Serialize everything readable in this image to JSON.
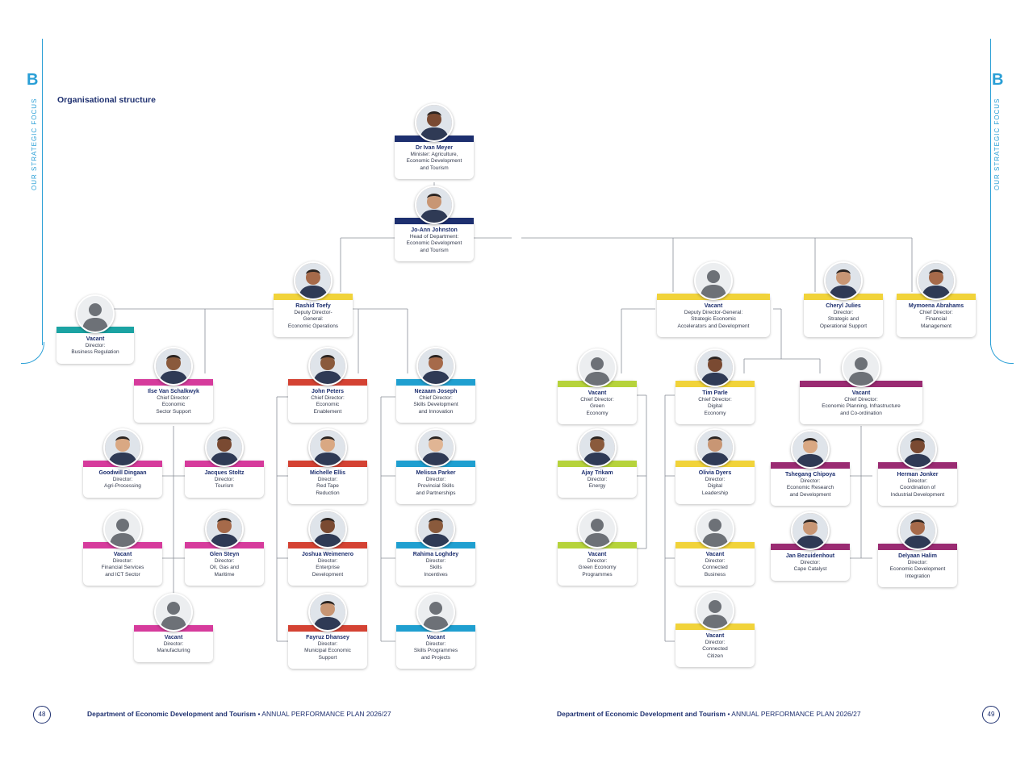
{
  "section": {
    "letter": "B",
    "vertical_label": "OUR STRATEGIC FOCUS"
  },
  "heading": "Organisational structure",
  "colors": {
    "navy": "#1d2f6f",
    "yellow": "#f1d33a",
    "teal": "#1ba3a3",
    "pink": "#d63b9c",
    "red": "#d44233",
    "cyan": "#1f9fd0",
    "lime": "#b6d33b",
    "purple": "#9a2b72",
    "accent": "#2a9fd6"
  },
  "footer": {
    "left_dept": "Department of Economic Development and Tourism",
    "left_plan": " • ANNUAL PERFORMANCE PLAN 2026/27",
    "right_dept": "Department of Economic Development and Tourism",
    "right_plan": " • ANNUAL PERFORMANCE PLAN 2026/27",
    "page_left": "48",
    "page_right": "49"
  },
  "people": [
    {
      "id": "meyer",
      "name": "Dr Ivan Meyer",
      "role": "Minister: Agriculture,\nEconomic Development\nand Tourism",
      "color": "navy",
      "vacant": false
    },
    {
      "id": "johnston",
      "name": "Jo-Ann Johnston",
      "role": "Head of Department:\nEconomic Development\nand Tourism",
      "color": "navy",
      "vacant": false
    },
    {
      "id": "toefy",
      "name": "Rashid Toefy",
      "role": "Deputy Director-\nGeneral:\nEconomic Operations",
      "color": "yellow",
      "vacant": false
    },
    {
      "id": "vac_bizreg",
      "name": "Vacant",
      "role": "Director:\nBusiness Regulation",
      "color": "teal",
      "vacant": true
    },
    {
      "id": "schalkwyk",
      "name": "Ilse Van Schalkwyk",
      "role": "Chief Director:\nEconomic\nSector Support",
      "color": "pink",
      "vacant": false
    },
    {
      "id": "dingaan",
      "name": "Goodwill Dingaan",
      "role": "Director:\nAgri-Processing",
      "color": "pink",
      "vacant": false
    },
    {
      "id": "stoltz",
      "name": "Jacques Stoltz",
      "role": "Director:\nTourism",
      "color": "pink",
      "vacant": false
    },
    {
      "id": "vac_fin",
      "name": "Vacant",
      "role": "Director:\nFinancial Services\nand ICT Sector",
      "color": "pink",
      "vacant": true
    },
    {
      "id": "steyn",
      "name": "Glen Steyn",
      "role": "Director:\nOil, Gas and\nMaritime",
      "color": "pink",
      "vacant": false
    },
    {
      "id": "vac_manu",
      "name": "Vacant",
      "role": "Director:\nManufacturing",
      "color": "pink",
      "vacant": true
    },
    {
      "id": "peters",
      "name": "John Peters",
      "role": "Chief Director:\nEconomic\nEnablement",
      "color": "red",
      "vacant": false
    },
    {
      "id": "ellis",
      "name": "Michelle Ellis",
      "role": "Director:\nRed Tape\nReduction",
      "color": "red",
      "vacant": false
    },
    {
      "id": "weimenen",
      "name": "Joshua Weimenero",
      "role": "Director:\nEnterprise\nDevelopment",
      "color": "red",
      "vacant": false
    },
    {
      "id": "dhansey",
      "name": "Fayruz Dhansey",
      "role": "Director:\nMunicipal Economic\nSupport",
      "color": "red",
      "vacant": false
    },
    {
      "id": "joseph",
      "name": "Nezaam Joseph",
      "role": "Chief Director:\nSkills Development\nand Innovation",
      "color": "cyan",
      "vacant": false
    },
    {
      "id": "parker",
      "name": "Melissa Parker",
      "role": "Director:\nProvincial Skills\nand Partnerships",
      "color": "cyan",
      "vacant": false
    },
    {
      "id": "loghdey",
      "name": "Rahima Loghdey",
      "role": "Director:\nSkills\nIncentives",
      "color": "cyan",
      "vacant": false
    },
    {
      "id": "vac_skills",
      "name": "Vacant",
      "role": "Director:\nSkills Programmes\nand Projects",
      "color": "cyan",
      "vacant": true
    },
    {
      "id": "vac_ddg2",
      "name": "Vacant",
      "role": "Deputy Director-General:\nStrategic Economic\nAccelerators and Development",
      "color": "yellow",
      "vacant": true
    },
    {
      "id": "julies",
      "name": "Cheryl Julies",
      "role": "Director:\nStrategic and\nOperational Support",
      "color": "yellow",
      "vacant": false
    },
    {
      "id": "abrahams",
      "name": "Mymoena Abrahams",
      "role": "Chief Director:\nFinancial\nManagement",
      "color": "yellow",
      "vacant": false
    },
    {
      "id": "vac_green",
      "name": "Vacant",
      "role": "Chief Director:\nGreen\nEconomy",
      "color": "lime",
      "vacant": true
    },
    {
      "id": "trikam",
      "name": "Ajay Trikam",
      "role": "Director:\nEnergy",
      "color": "lime",
      "vacant": false
    },
    {
      "id": "vac_greenprog",
      "name": "Vacant",
      "role": "Director:\nGreen Economy\nProgrammes",
      "color": "lime",
      "vacant": true
    },
    {
      "id": "parle",
      "name": "Tim Parle",
      "role": "Chief Director:\nDigital\nEconomy",
      "color": "yellow",
      "vacant": false
    },
    {
      "id": "dyers",
      "name": "Olivia Dyers",
      "role": "Director:\nDigital\nLeadership",
      "color": "yellow",
      "vacant": false
    },
    {
      "id": "vac_connbiz",
      "name": "Vacant",
      "role": "Director:\nConnected\nBusiness",
      "color": "yellow",
      "vacant": true
    },
    {
      "id": "vac_conncit",
      "name": "Vacant",
      "role": "Director:\nConnected\nCitizen",
      "color": "yellow",
      "vacant": true
    },
    {
      "id": "vac_planning",
      "name": "Vacant",
      "role": "Chief Director:\nEconomic Planning, Infrastructure\nand Co-ordination",
      "color": "purple",
      "vacant": true
    },
    {
      "id": "chipoya",
      "name": "Tshegang Chipoya",
      "role": "Director:\nEconomic Research\nand Development",
      "color": "purple",
      "vacant": false
    },
    {
      "id": "jonker",
      "name": "Herman Jonker",
      "role": "Director:\nCoordination of\nIndustrial Development",
      "color": "purple",
      "vacant": false
    },
    {
      "id": "bezuidenhout",
      "name": "Jan Bezuidenhout",
      "role": "Director:\nCape Catalyst",
      "color": "purple",
      "vacant": false
    },
    {
      "id": "halim",
      "name": "Delyaan Halim",
      "role": "Director:\nEconomic Development\nIntegration",
      "color": "purple",
      "vacant": false
    }
  ]
}
